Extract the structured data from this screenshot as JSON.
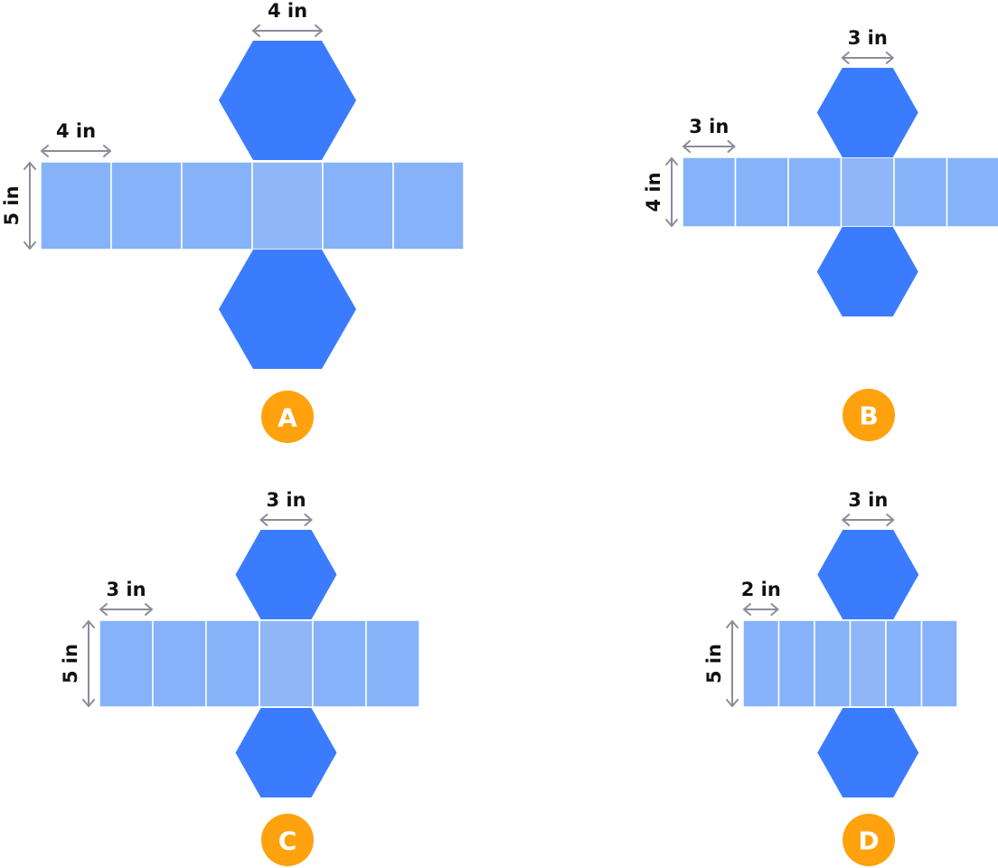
{
  "colors": {
    "background": "#ffffff",
    "rect_face": "#86b2fa",
    "rect_face_center": "#8fb7f7",
    "hexagon": "#3b7cff",
    "face_divider": "#ffffff",
    "dimension_line": "#8a8d99",
    "label_text": "#111111",
    "badge": "#ffa20d",
    "badge_text": "#ffffff"
  },
  "nets": [
    {
      "id": "a",
      "badge": "A",
      "hex_side_label": "4 in",
      "rect_width_label": "4 in",
      "rect_height_label": "5 in"
    },
    {
      "id": "b",
      "badge": "B",
      "hex_side_label": "3 in",
      "rect_width_label": "3 in",
      "rect_height_label": "4 in"
    },
    {
      "id": "c",
      "badge": "C",
      "hex_side_label": "3 in",
      "rect_width_label": "3 in",
      "rect_height_label": "5 in"
    },
    {
      "id": "d",
      "badge": "D",
      "hex_side_label": "3 in",
      "rect_width_label": "2 in",
      "rect_height_label": "5 in"
    }
  ]
}
